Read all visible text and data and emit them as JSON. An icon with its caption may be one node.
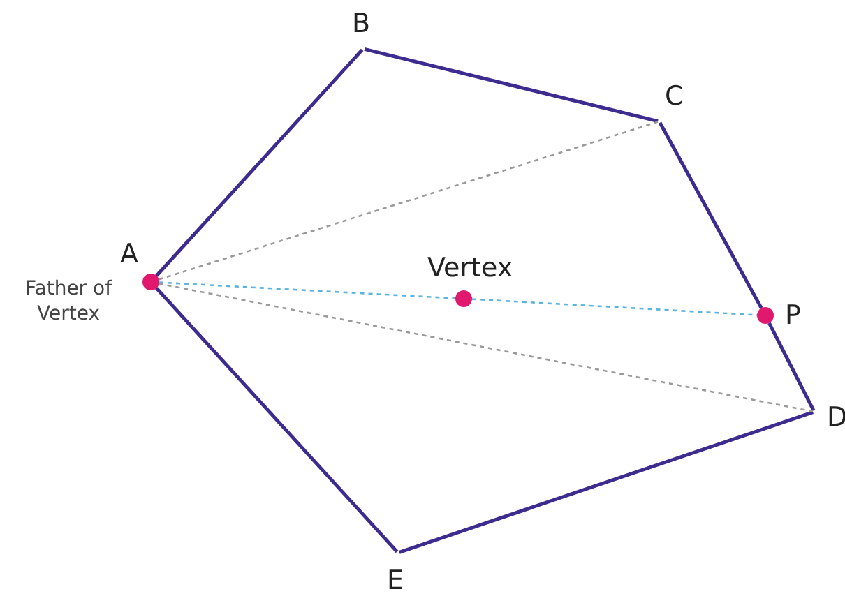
{
  "diagram": {
    "nodes": [
      {
        "text": [
          "A"
        ],
        "beside": [
          "Father of Vertex"
        ]
      },
      {
        "text": [
          "B"
        ]
      },
      {
        "text": [
          "C"
        ]
      },
      {
        "text": [
          "Vertex"
        ]
      },
      {
        "text": [
          "P"
        ]
      },
      {
        "text": [
          "D"
        ]
      },
      {
        "text": [
          "E"
        ]
      }
    ],
    "edges": [
      {
        "from": 0,
        "to": 1,
        "arrow": "none"
      },
      {
        "from": 1,
        "to": 2,
        "arrow": "none"
      },
      {
        "from": 2,
        "to": 4,
        "arrow": "none"
      },
      {
        "from": 4,
        "to": 5,
        "arrow": "none"
      },
      {
        "from": 5,
        "to": 6,
        "arrow": "none"
      },
      {
        "from": 6,
        "to": 0,
        "arrow": "none"
      },
      {
        "from": 0,
        "to": 2,
        "arrow": "none",
        "style": "dashed",
        "color": "#9a9a9a"
      },
      {
        "from": 0,
        "to": 5,
        "arrow": "none",
        "style": "dashed",
        "color": "#9a9a9a"
      },
      {
        "from": 0,
        "to": 3,
        "arrow": "none",
        "style": "dashed",
        "color": "#5ab4e0"
      },
      {
        "from": 3,
        "to": 4,
        "arrow": "none",
        "style": "dashed",
        "color": "#5ab4e0"
      }
    ]
  }
}
